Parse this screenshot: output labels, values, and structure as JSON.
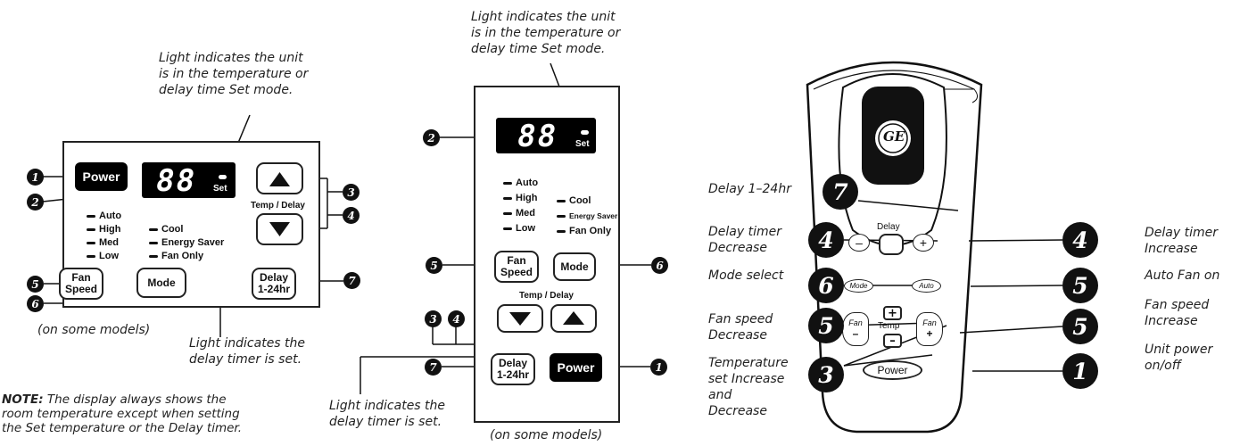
{
  "colors": {
    "ink": "#111111",
    "background": "#ffffff"
  },
  "left": {
    "light_note": [
      "Light indicates the unit",
      "is in the temperature or",
      "delay time Set mode."
    ],
    "power": "Power",
    "display": {
      "digits": "88",
      "set": "Set"
    },
    "temp_delay": "Temp / Delay",
    "fan_options": [
      "Auto",
      "High",
      "Med",
      "Low"
    ],
    "mode_options": [
      "Cool",
      "Energy Saver",
      "Fan Only"
    ],
    "fan_speed": [
      "Fan",
      "Speed"
    ],
    "mode": "Mode",
    "delay": [
      "Delay",
      "1-24hr"
    ],
    "on_some_models": "(on some models)",
    "timer_note": [
      "Light indicates the",
      "delay timer is set."
    ],
    "note_bold": "NOTE:",
    "note": [
      " The display always shows the",
      "room temperature except when setting",
      "the Set temperature or the Delay timer."
    ],
    "callouts": {
      "c1": "1",
      "c2": "2",
      "c3": "3",
      "c4": "4",
      "c5": "5",
      "c6": "6",
      "c7": "7"
    }
  },
  "middle": {
    "light_note": [
      "Light indicates the unit",
      "is in the temperature or",
      "delay time Set mode."
    ],
    "display": {
      "digits": "88",
      "set": "Set"
    },
    "fan_options": [
      "Auto",
      "High",
      "Med",
      "Low"
    ],
    "mode_options": [
      "Cool",
      "Energy Saver",
      "Fan Only"
    ],
    "fan_speed": [
      "Fan",
      "Speed"
    ],
    "mode": "Mode",
    "temp_delay": "Temp / Delay",
    "delay": [
      "Delay",
      "1-24hr"
    ],
    "power": "Power",
    "timer_note": [
      "Light indicates the",
      "delay timer is set."
    ],
    "on_some_models": "(on some models)",
    "callouts": {
      "c1": "1",
      "c2": "2",
      "c3": "3",
      "c4": "4",
      "c5": "5",
      "c6": "6",
      "c7": "7"
    }
  },
  "remote": {
    "logo": "GE",
    "buttons": {
      "delay": "Delay",
      "minus": "–",
      "plus": "+",
      "mode": "Mode",
      "auto": "Auto",
      "fan": "Fan",
      "temp": "Temp",
      "power": "Power"
    },
    "labels": {
      "delay_range": "Delay 1–24hr",
      "delay_decrease": [
        "Delay timer",
        "Decrease"
      ],
      "mode_select": "Mode select",
      "fan_decrease": [
        "Fan speed",
        "Decrease"
      ],
      "temp_set": [
        "Temperature",
        "set Increase",
        "and",
        "Decrease"
      ],
      "delay_increase": [
        "Delay timer",
        "Increase"
      ],
      "auto_fan": "Auto Fan on",
      "fan_increase": [
        "Fan speed",
        "Increase"
      ],
      "unit_power": [
        "Unit power",
        "on/off"
      ]
    },
    "callouts": {
      "c7": "7",
      "c4l": "4",
      "c6": "6",
      "c5l": "5",
      "c3": "3",
      "c4r": "4",
      "c5a": "5",
      "c5b": "5",
      "c1": "1"
    }
  }
}
